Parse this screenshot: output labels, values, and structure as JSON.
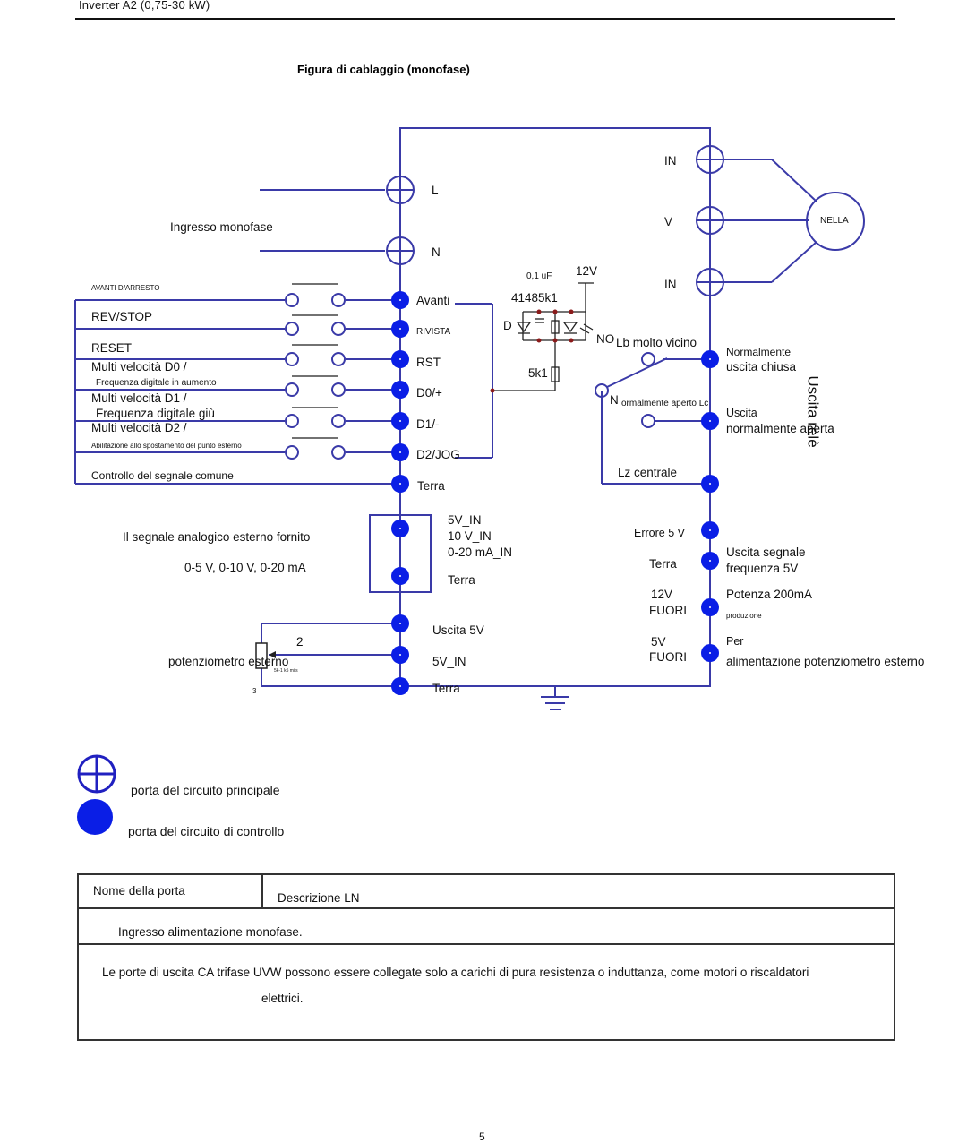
{
  "header": {
    "title": "Inverter A2 (0,75-30 kW)"
  },
  "figure_title": "Figura di cablaggio (monofase)",
  "left_terminals": {
    "l": "L",
    "n": "N",
    "avanti": "Avanti",
    "rivista": "RIVISTA",
    "rst": "RST",
    "d0": "D0/+",
    "d1": "D1/-",
    "d2": "D2/JOG",
    "terra": "Terra"
  },
  "inputs": {
    "ingresso": "Ingresso monofase",
    "avanti_arresto": "AVANTI D/ARRESTO",
    "rev_stop": "REV/STOP",
    "reset": "RESET",
    "multi_d0": "Multi velocità D0 /",
    "freq_up": "Frequenza digitale in aumento",
    "multi_d1": "Multi velocità D1 /",
    "freq_down": "Frequenza digitale giù",
    "multi_d2": "Multi velocità D2 /",
    "abilitazione": "Abilitazione allo spostamento del punto esterno",
    "controllo": "Controllo del segnale comune"
  },
  "analog": {
    "desc1": "Il segnale analogico esterno fornito",
    "desc2": "0-5 V, 0-10 V, 0-20 mA",
    "in1": "5V_IN",
    "in2": "10 V_IN",
    "in3": "0-20 mA_IN",
    "terra": "Terra",
    "out5v": "Uscita 5V",
    "in5v": "5V_IN",
    "terra2": "Terra",
    "pot_num": "2",
    "pot_label": "potenziometro esterno",
    "pot_small": "5k-1 k5 mils",
    "pot_pin": "3"
  },
  "motor": {
    "in1": "IN",
    "v": "V",
    "in2": "IN",
    "label": "NELLA"
  },
  "relay": {
    "cap": "0,1 uF",
    "v12": "12V",
    "code": "41485k1",
    "d": "D",
    "res": "5k1",
    "no_lb": "Lb molto vicino",
    "no": "NO",
    "n": "N",
    "nc_text": "ormalmente aperto Lc",
    "lz": "Lz centrale",
    "norm1": "Normalmente",
    "norm2": "uscita chiusa",
    "out1": "Uscita",
    "out2": "normalmente aperta",
    "title": "Uscita relè"
  },
  "right_signals": {
    "err": "Errore 5 V",
    "terra": "Terra",
    "sig1": "Uscita segnale",
    "sig2": "frequenza 5V",
    "v12a": "12V",
    "v12b": "FUORI",
    "pot1": "Potenza 200mA",
    "prod": "produzione",
    "v5a": "5V",
    "v5b": "FUORI",
    "per": "Per",
    "alim": "alimentazione potenziometro esterno"
  },
  "legend": {
    "main": "porta del circuito principale",
    "control": "porta del circuito di controllo"
  },
  "table": {
    "h1": "Nome della porta",
    "h2": "Descrizione LN",
    "r1": "Ingresso alimentazione monofase.",
    "r2a": "Le porte di uscita CA trifase UVW possono essere collegate solo a carichi di pura resistenza o induttanza, come motori o riscaldatori",
    "r2b": "elettrici."
  },
  "page_number": "5",
  "colors": {
    "wire": "#3a3aa8",
    "terminal": "#0a1ee6",
    "text": "#111111",
    "dark_red": "#8b1a1a"
  }
}
